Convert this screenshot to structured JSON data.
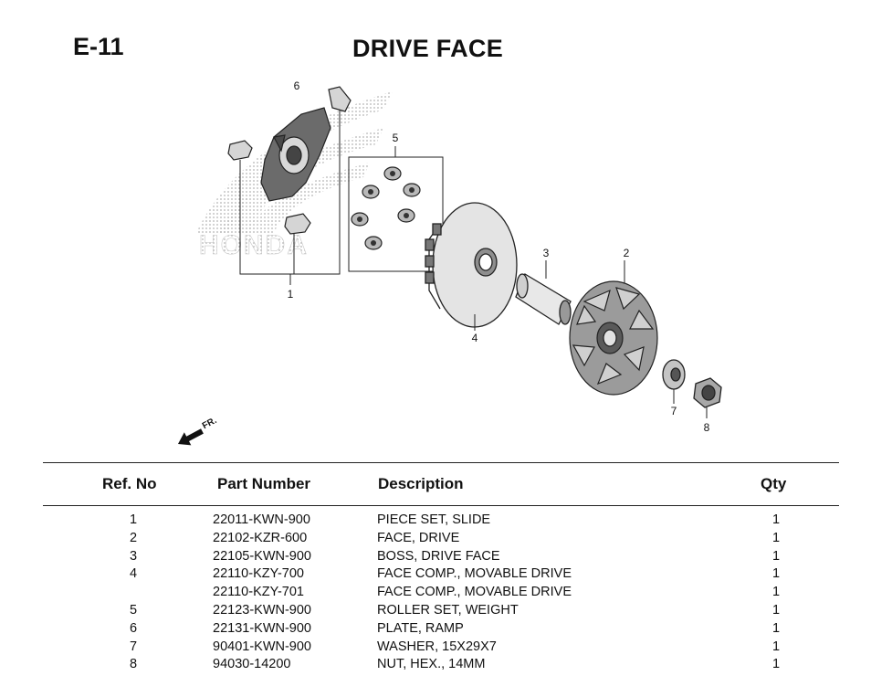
{
  "header": {
    "code": "E-11",
    "title": "DRIVE FACE"
  },
  "diagram": {
    "callouts": [
      "1",
      "2",
      "3",
      "4",
      "5",
      "6",
      "7",
      "8"
    ],
    "watermark": "HONDA",
    "direction_label": "FR."
  },
  "table": {
    "columns": {
      "ref": "Ref. No",
      "part": "Part Number",
      "desc": "Description",
      "qty": "Qty"
    },
    "rows": [
      {
        "ref": "1",
        "part": "22011-KWN-900",
        "desc": "PIECE SET, SLIDE",
        "qty": "1"
      },
      {
        "ref": "2",
        "part": "22102-KZR-600",
        "desc": "FACE, DRIVE",
        "qty": "1"
      },
      {
        "ref": "3",
        "part": "22105-KWN-900",
        "desc": "BOSS, DRIVE FACE",
        "qty": "1"
      },
      {
        "ref": "4",
        "part": "22110-KZY-700",
        "desc": "FACE COMP., MOVABLE DRIVE",
        "qty": "1"
      },
      {
        "ref": "",
        "part": "22110-KZY-701",
        "desc": "FACE COMP., MOVABLE DRIVE",
        "qty": "1"
      },
      {
        "ref": "5",
        "part": "22123-KWN-900",
        "desc": "ROLLER SET, WEIGHT",
        "qty": "1"
      },
      {
        "ref": "6",
        "part": "22131-KWN-900",
        "desc": "PLATE, RAMP",
        "qty": "1"
      },
      {
        "ref": "7",
        "part": "90401-KWN-900",
        "desc": "WASHER, 15X29X7",
        "qty": "1"
      },
      {
        "ref": "8",
        "part": "94030-14200",
        "desc": "NUT, HEX., 14MM",
        "qty": "1"
      }
    ]
  }
}
